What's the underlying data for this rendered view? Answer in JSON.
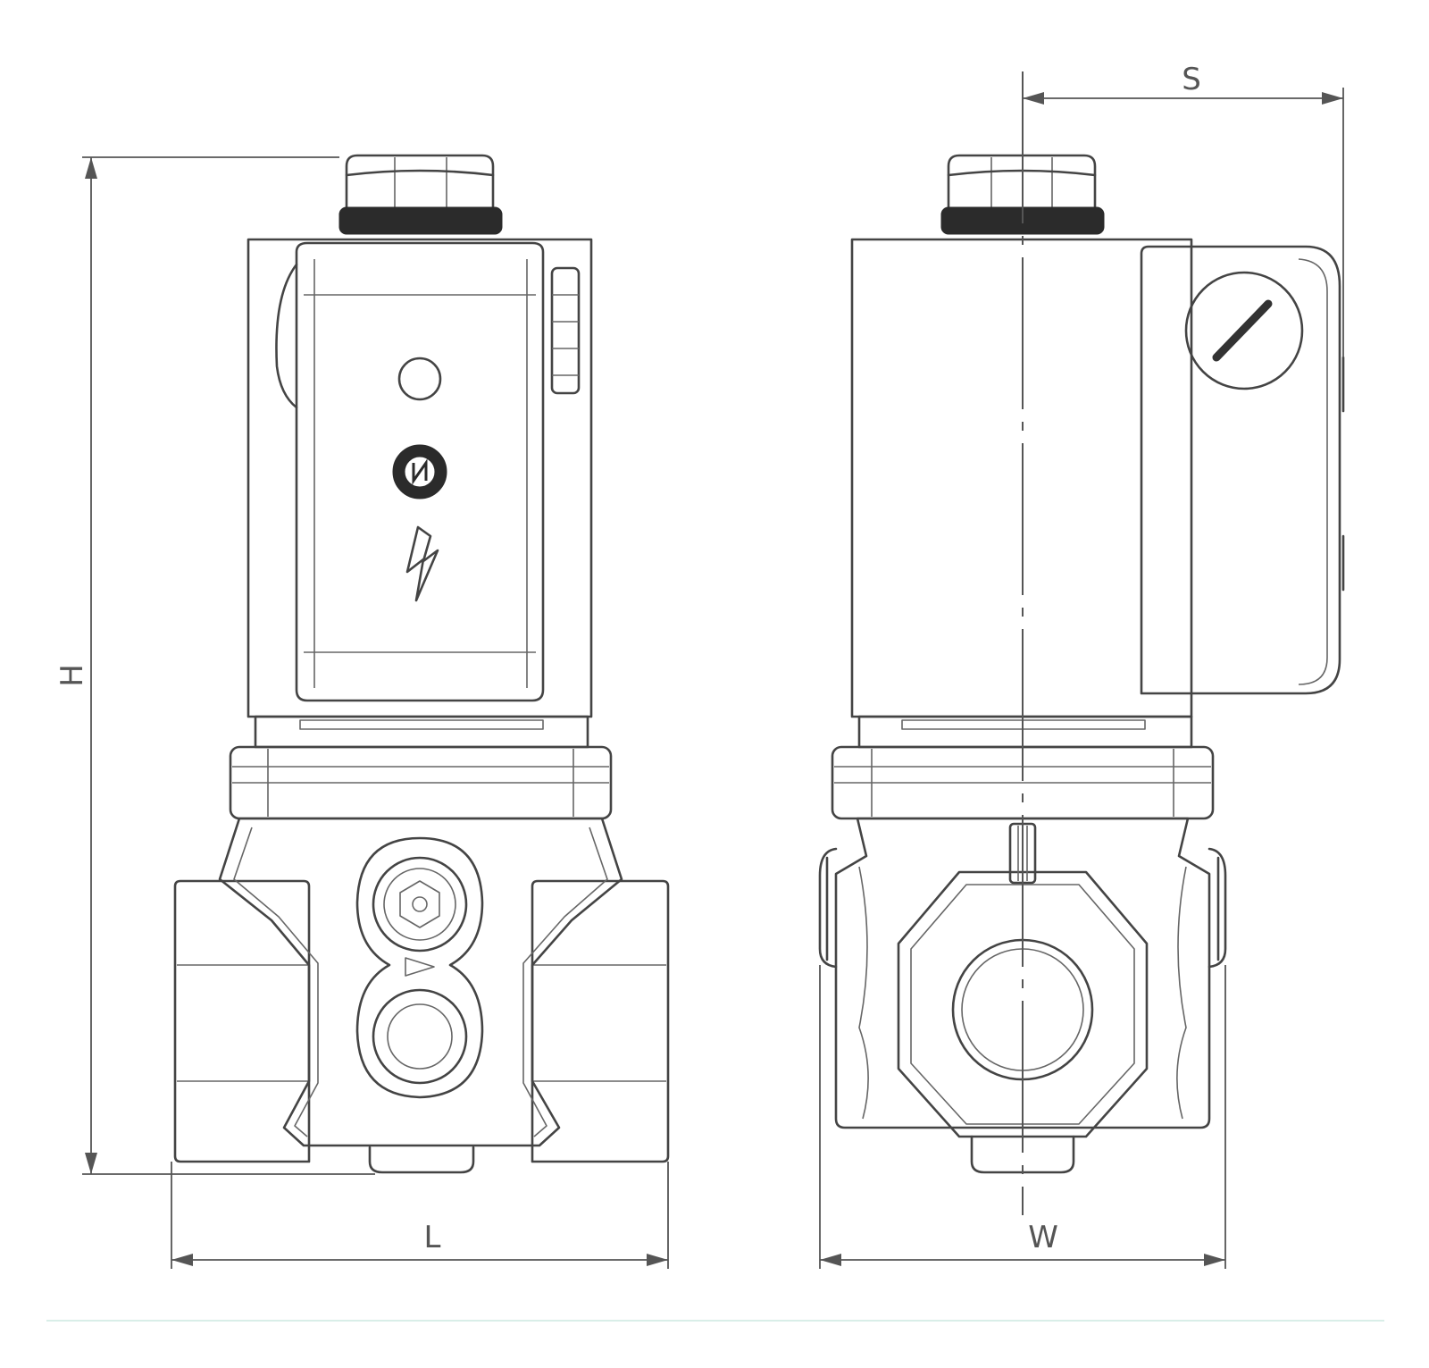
{
  "dimensions": {
    "height_label": "H",
    "length_label": "L",
    "width_label": "W",
    "side_label": "S"
  },
  "colors": {
    "line": "#444444",
    "background": "#ffffff",
    "footer_rule": "#d9eee8"
  },
  "icons": [
    "lightning-bolt-icon",
    "indicator-lamp-icon",
    "manual-reset-knob-icon",
    "screw-slot-icon"
  ]
}
